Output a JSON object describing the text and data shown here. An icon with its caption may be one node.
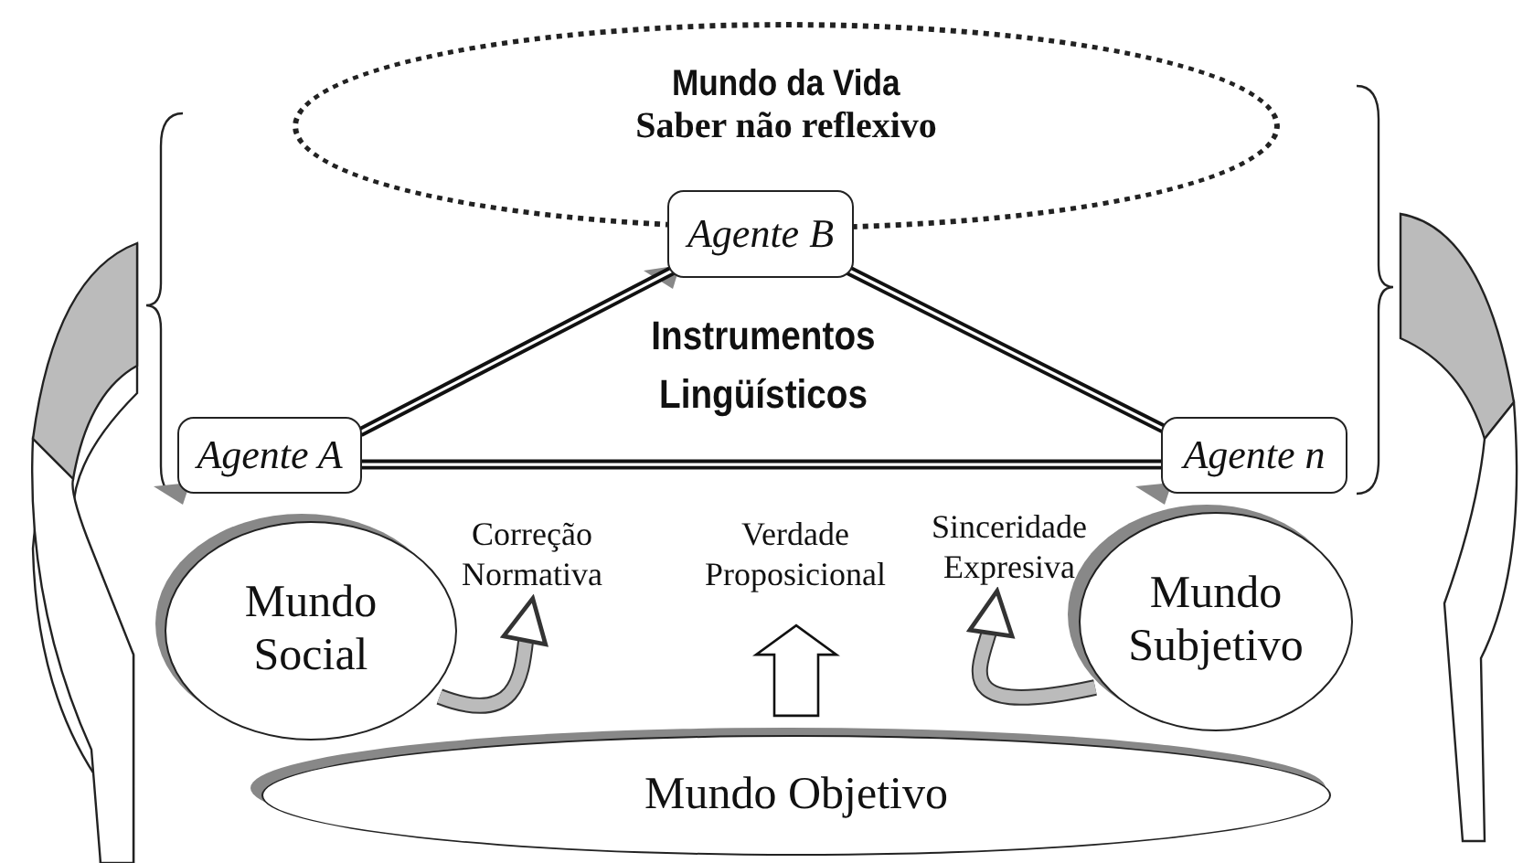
{
  "diagram": {
    "nodes": [
      {
        "text": [
          "Mundo da Vida",
          "Saber não reflexivo"
        ]
      },
      {
        "text": [
          "Agente B"
        ]
      },
      {
        "text": [
          "Agente A"
        ]
      },
      {
        "text": [
          "Agente n"
        ]
      },
      {
        "text": [
          "Mundo Social"
        ]
      },
      {
        "text": [
          "Mundo Subjetivo"
        ]
      },
      {
        "text": [
          "Mundo Objetivo"
        ]
      },
      {
        "text": [
          "Correção Normativa"
        ]
      },
      {
        "text": [
          "Verdade Proposicional"
        ]
      },
      {
        "text": [
          "Sinceridade Expresiva"
        ]
      }
    ],
    "edges": [
      {
        "from": 2,
        "to": 1,
        "arrow": "none"
      },
      {
        "from": 1,
        "to": 3,
        "arrow": "none"
      },
      {
        "from": 2,
        "to": 3,
        "arrow": "none"
      },
      {
        "from": 4,
        "to": 7,
        "arrow": "to",
        "color": "#bbbbbb"
      },
      {
        "from": 6,
        "to": 8,
        "arrow": "to"
      },
      {
        "from": 5,
        "to": 9,
        "arrow": "to",
        "color": "#bbbbbb"
      }
    ],
    "labels": [
      "Instrumentos Lingüísticos"
    ]
  }
}
